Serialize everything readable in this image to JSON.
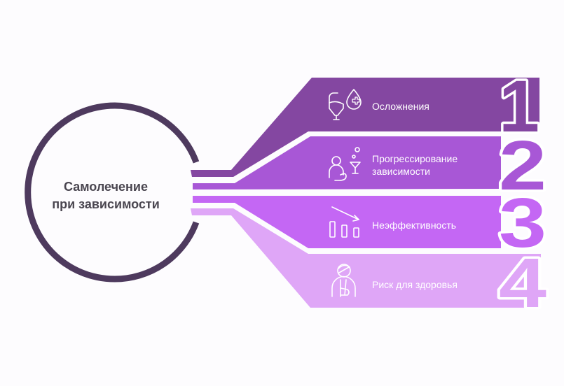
{
  "center": {
    "title_line1": "Самолечение",
    "title_line2": "при зависимости",
    "ring_color": "#4e3a5e"
  },
  "items": [
    {
      "number": "1",
      "label_line1": "Осложнения",
      "label_line2": "",
      "icon": "iv-drip-blood-drop-icon",
      "color": "#8447a1"
    },
    {
      "number": "2",
      "label_line1": "Прогрессирование",
      "label_line2": "зависимости",
      "icon": "person-cocktail-icon",
      "color": "#a857d6"
    },
    {
      "number": "3",
      "label_line1": "Неэффективность",
      "label_line2": "",
      "icon": "declining-bar-chart-icon",
      "color": "#c467f4"
    },
    {
      "number": "4",
      "label_line1": "Риск для здоровья",
      "label_line2": "",
      "icon": "injured-person-icon",
      "color": "#dfa6f7"
    }
  ]
}
